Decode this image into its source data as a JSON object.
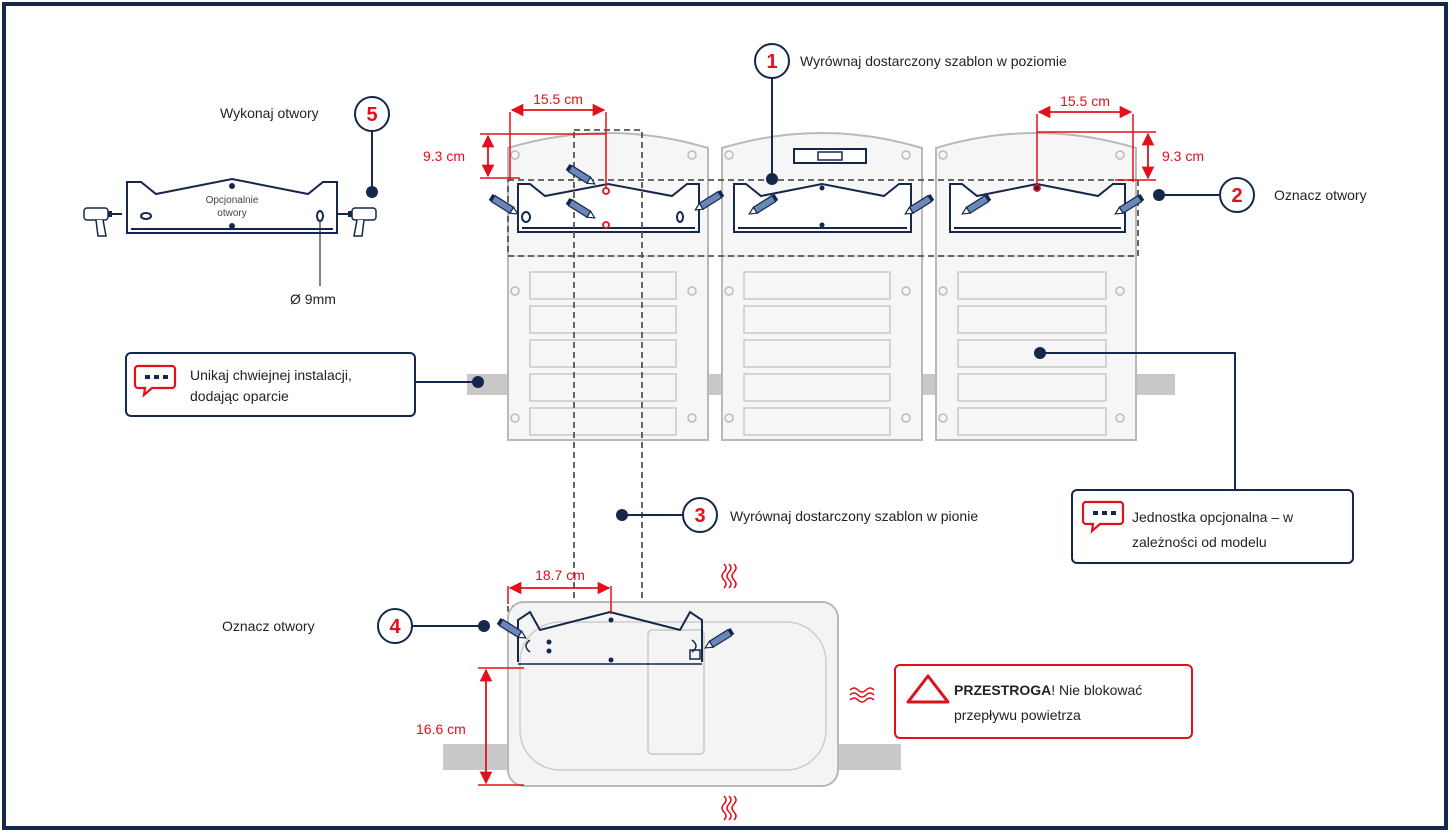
{
  "colors": {
    "frame": "#15284b",
    "accent": "#e2101b",
    "unit_fill": "#f4f4f4",
    "unit_stroke": "#b9b9b9",
    "pipe": "#c8c8c8"
  },
  "steps": [
    {
      "number": "1",
      "text": "Wyrównaj dostarczony szablon w poziomie"
    },
    {
      "number": "2",
      "text": "Oznacz otwory"
    },
    {
      "number": "3",
      "text": "Wyrównaj dostarczony szablon w pionie"
    },
    {
      "number": "4",
      "text": "Oznacz otwory"
    },
    {
      "number": "5",
      "text": "Wykonaj otwory"
    }
  ],
  "dimensions": {
    "left_width": "15.5 cm",
    "left_height": "9.3 cm",
    "right_width": "15.5 cm",
    "right_height": "9.3 cm",
    "bottom_width": "18.7 cm",
    "bottom_height": "16.6 cm",
    "hole_diameter": "Ø 9mm"
  },
  "template_label": {
    "line1": "Opcjonalnie",
    "line2": "otwory"
  },
  "notes": {
    "support": {
      "line1": "Unikaj chwiejnej instalacji,",
      "line2": "dodając oparcie"
    },
    "optional": {
      "line1": "Jednostka opcjonalna – w",
      "line2": "zależności od modelu"
    },
    "warning": {
      "bold": "PRZESTROGA",
      "rest1": "! Nie blokować",
      "line2": "przepływu powietrza"
    }
  },
  "icons": [
    "comment-icon",
    "warning-triangle-icon",
    "drill-icon",
    "pencil-icon",
    "airflow-icon",
    "level-icon"
  ]
}
